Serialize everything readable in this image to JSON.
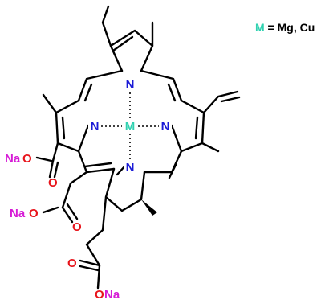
{
  "legend": {
    "metal_symbol": "M",
    "equals": " = ",
    "metals": "Mg, Cu"
  },
  "atoms": {
    "n_top": "N",
    "n_left": "N",
    "n_right": "N",
    "n_bottom": "N",
    "metal": "M",
    "ester_o1": "O",
    "ester_o2": "O",
    "ester_o3": "O",
    "carbonyl_o1": "O",
    "carbonyl_o2": "O",
    "carbonyl_o3": "O",
    "na1": "Na",
    "na2": "Na",
    "na3": "Na"
  },
  "colors": {
    "bond": "#000000",
    "nitrogen": "#1a1ad6",
    "oxygen": "#e8141b",
    "sodium": "#d61cd6",
    "metal": "#2fd1b0"
  }
}
